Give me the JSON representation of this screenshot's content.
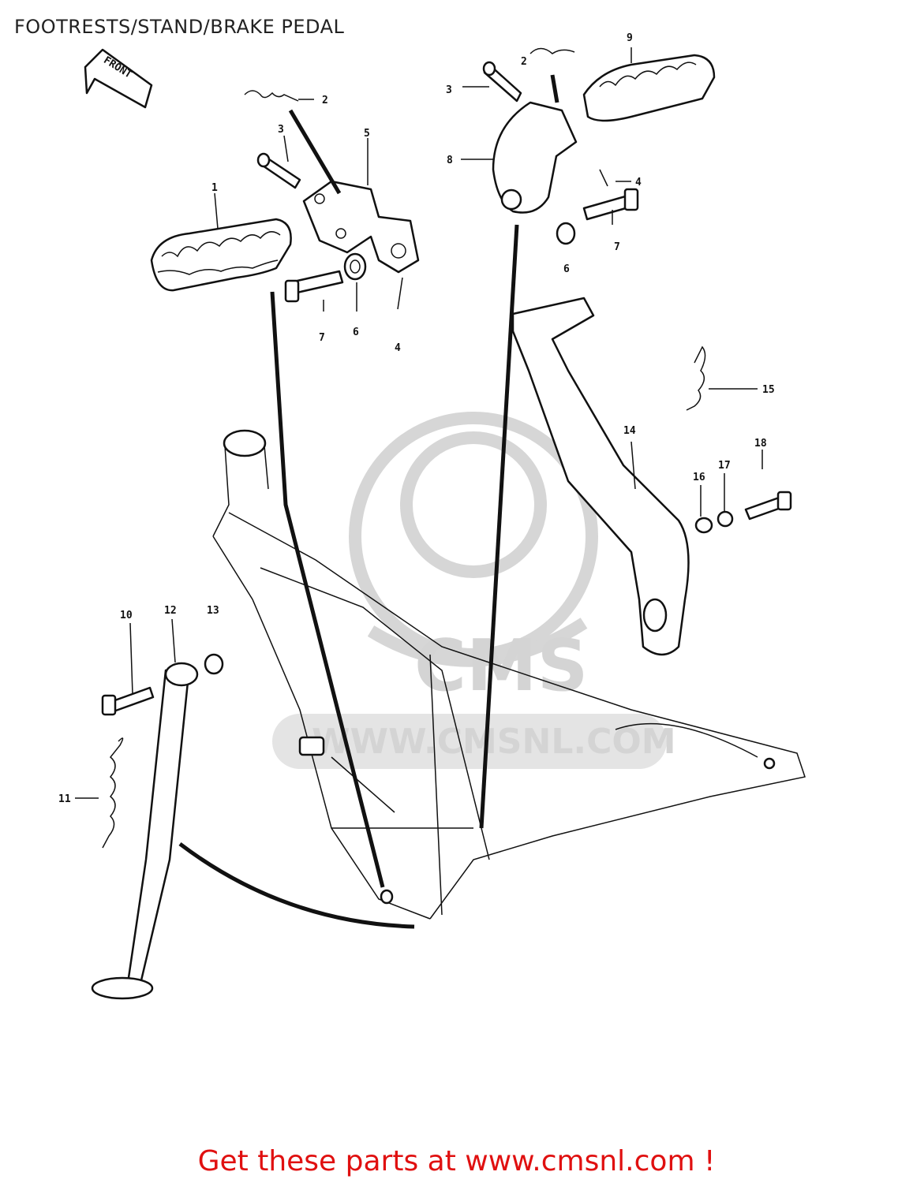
{
  "header": {
    "title": "FOOTRESTS/STAND/BRAKE PEDAL"
  },
  "direction_tag": {
    "text": "FRONT"
  },
  "watermark": {
    "brand": "CMS",
    "url": "WWW.CMSNL.COM"
  },
  "callouts": [
    "1",
    "2",
    "3",
    "4",
    "5",
    "6",
    "7",
    "8",
    "9",
    "10",
    "11",
    "12",
    "13",
    "14",
    "15",
    "16",
    "17",
    "18"
  ],
  "footer": {
    "text": "Get these parts at www.cmsnl.com !"
  },
  "colors": {
    "footer": "#e01010",
    "lines": "#111111",
    "watermark": "#d4d4d4"
  }
}
